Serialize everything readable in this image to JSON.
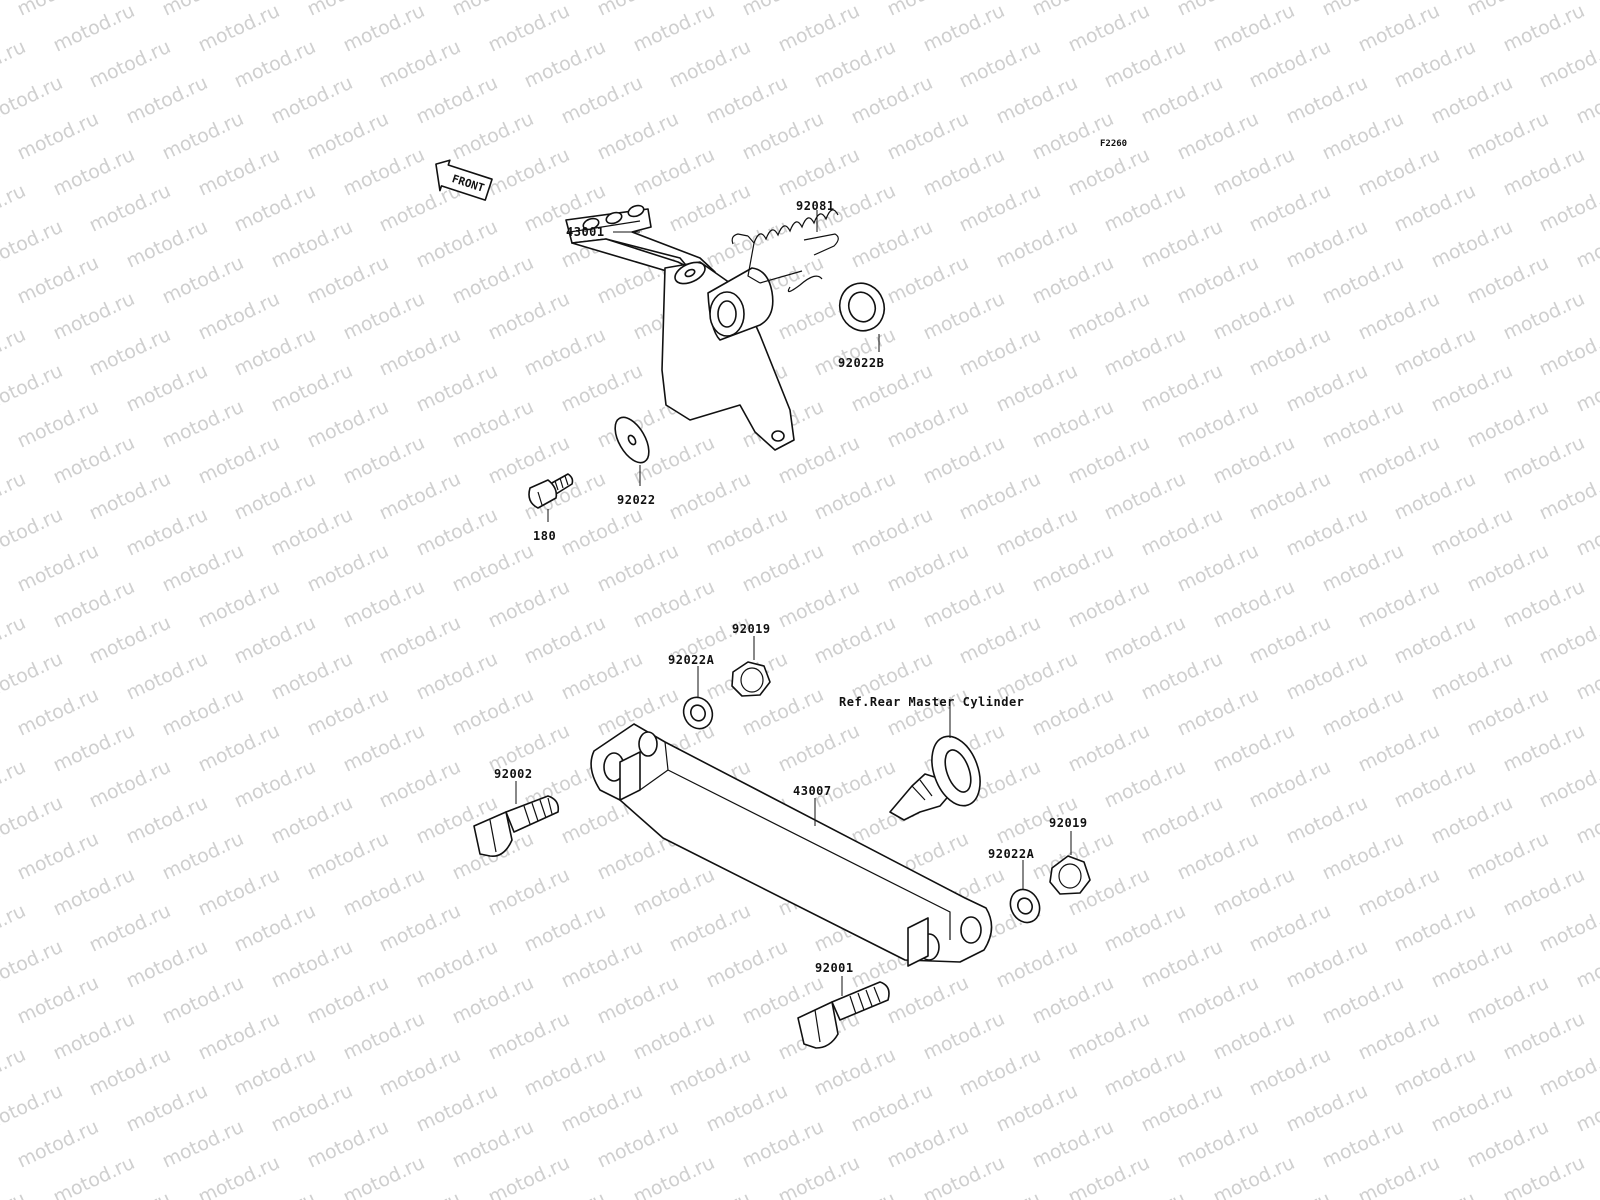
{
  "diagram": {
    "code": "F2260",
    "front_marker": "FRONT",
    "watermark_text": "motod.ru",
    "colors": {
      "background": "#ffffff",
      "line": "#111111",
      "watermark": "#cfcfcf"
    },
    "parts": [
      {
        "id": "p43001",
        "number": "43001"
      },
      {
        "id": "p92081",
        "number": "92081"
      },
      {
        "id": "p92022B",
        "number": "92022B"
      },
      {
        "id": "p92022",
        "number": "92022"
      },
      {
        "id": "p180",
        "number": "180"
      },
      {
        "id": "p92019a",
        "number": "92019"
      },
      {
        "id": "p92022Aa",
        "number": "92022A"
      },
      {
        "id": "p92002",
        "number": "92002"
      },
      {
        "id": "p43007",
        "number": "43007"
      },
      {
        "id": "p92019b",
        "number": "92019"
      },
      {
        "id": "p92022Ab",
        "number": "92022A"
      },
      {
        "id": "p92001",
        "number": "92001"
      }
    ],
    "reference": "Ref.Rear Master Cylinder"
  }
}
